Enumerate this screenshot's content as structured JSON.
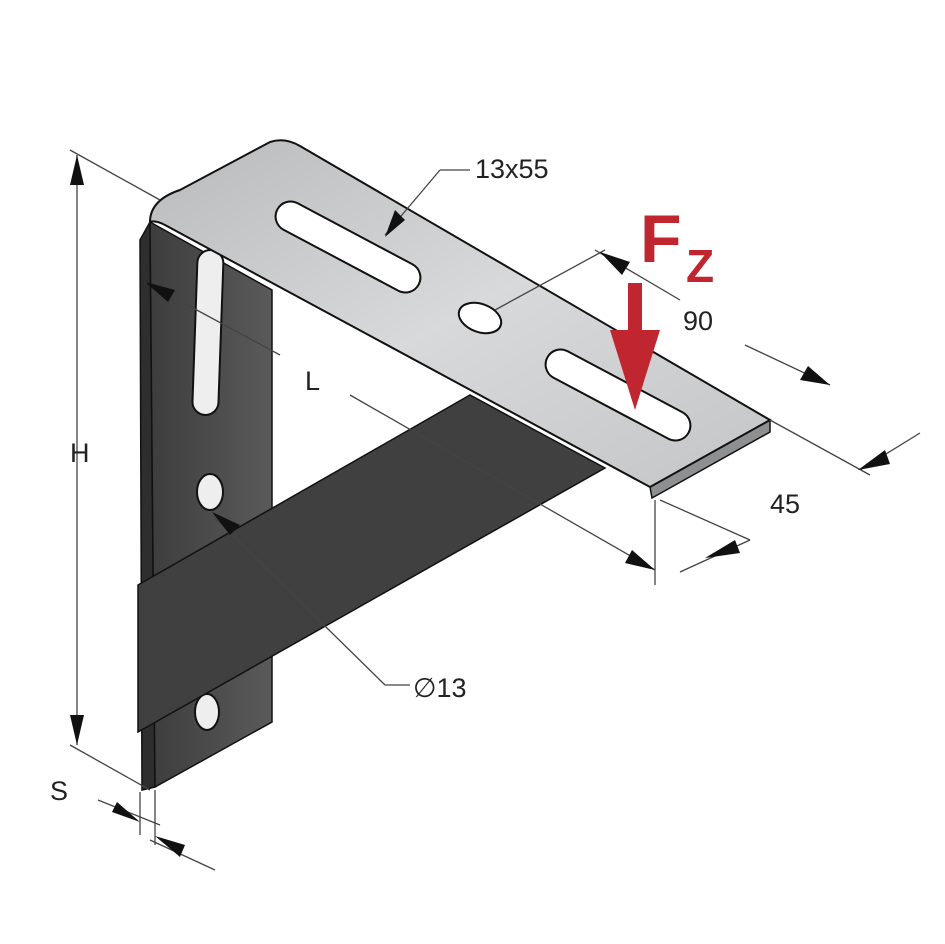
{
  "labels": {
    "slot": "13x55",
    "force_main": "F",
    "force_sub": "Z",
    "width_90": "90",
    "length": "L",
    "height": "H",
    "width_45": "45",
    "hole": "∅13",
    "thickness": "S"
  },
  "colors": {
    "plate_top": "#c9cacb",
    "plate_dark": "#4a4a4a",
    "strut": "#3f3f3f",
    "force_arrow": "#c0262f"
  }
}
